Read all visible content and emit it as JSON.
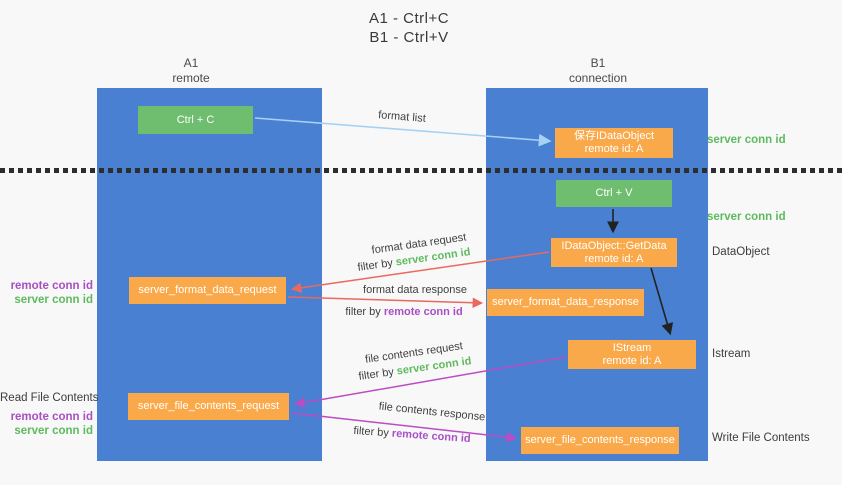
{
  "title": {
    "line1": "A1 - Ctrl+C",
    "line2": "B1 - Ctrl+V"
  },
  "lanes": {
    "left": {
      "name": "A1",
      "role": "remote"
    },
    "right": {
      "name": "B1",
      "role": "connection"
    }
  },
  "nodes": {
    "ctrl_c": {
      "label": "Ctrl + C"
    },
    "ctrl_v": {
      "label": "Ctrl + V"
    },
    "save_idataobject": {
      "line1": "保存IDataObject",
      "line2": "remote id: A"
    },
    "idataobject_getdata": {
      "line1": "IDataObject::GetData",
      "line2": "remote id: A"
    },
    "istream": {
      "line1": "IStream",
      "line2": "remote id: A"
    },
    "server_format_data_request": {
      "label": "server_format_data_request"
    },
    "server_format_data_response": {
      "label": "server_format_data_response"
    },
    "server_file_contents_request": {
      "label": "server_file_contents_request"
    },
    "server_file_contents_response": {
      "label": "server_file_contents_response"
    }
  },
  "edges": {
    "format_list": {
      "label": "format list"
    },
    "format_data_request": {
      "label": "format data request",
      "filter_prefix": "filter by",
      "filter_key": "server conn id"
    },
    "format_data_response": {
      "label": "format data response",
      "filter_prefix": "filter by",
      "filter_key": "remote conn id"
    },
    "file_contents_request": {
      "label": "file contents request",
      "filter_prefix": "filter by",
      "filter_key": "server conn id"
    },
    "file_contents_response": {
      "label": "file contents response",
      "filter_prefix": "filter by",
      "filter_key": "remote conn id"
    }
  },
  "side_labels": {
    "right_server_conn_id_1": "server conn id",
    "right_server_conn_id_2": "server conn id",
    "dataobject": "DataObject",
    "istream": "Istream",
    "write_file_contents": "Write File Contents",
    "read_file_contents": "Read File Contents",
    "left_remote_conn_id_1": "remote conn id",
    "left_server_conn_id_1": "server conn id",
    "left_remote_conn_id_2": "remote conn id",
    "left_server_conn_id_2": "server conn id"
  },
  "colors": {
    "lane_blue": "#4a80d2",
    "node_green": "#6fbe6f",
    "node_orange": "#f9a94a",
    "arrow_lightblue": "#a6d2f2",
    "arrow_red": "#e9695e",
    "arrow_magenta": "#bb4cc3",
    "arrow_black": "#222222",
    "label_green": "#5eba5e",
    "label_purple": "#a94fc4",
    "text_dark": "#3c3c3c"
  }
}
